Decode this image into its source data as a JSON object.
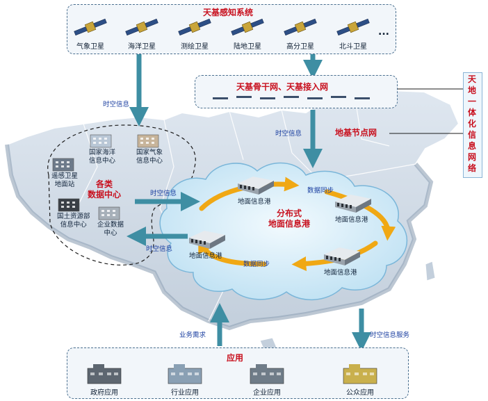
{
  "sensing": {
    "title": "天基感知系统",
    "satellites": [
      "气象卫星",
      "海洋卫星",
      "测绘卫星",
      "陆地卫星",
      "高分卫星",
      "北斗卫星"
    ],
    "ellipsis": "..."
  },
  "backbone": {
    "title": "天基骨干网、天基接入网"
  },
  "ground_node": "地基节点网",
  "side_label": [
    "天",
    "地",
    "一",
    "体",
    "化",
    "信",
    "息",
    "网",
    "络"
  ],
  "data_centers": {
    "title_line1": "各类",
    "title_line2": "数据中心",
    "items": [
      {
        "line1": "国家海洋",
        "line2": "信息中心"
      },
      {
        "line1": "国家气象",
        "line2": "信息中心"
      },
      {
        "line1": "遥感卫星",
        "line2": "地面站"
      },
      {
        "line1": "国土资源部",
        "line2": "信息中心"
      },
      {
        "line1": "企业数据",
        "line2": "中心"
      }
    ]
  },
  "hub": {
    "title_line1": "分布式",
    "title_line2": "地面信息港",
    "ports": [
      "地面信息港",
      "地面信息港",
      "地面信息港",
      "地面信息港"
    ],
    "sync": [
      "数据同步",
      "数据同步"
    ]
  },
  "flows": {
    "space_time_info": [
      "时空信息",
      "时空信息",
      "时空信息",
      "时空信息"
    ],
    "business_demand": "业务需求",
    "service": "时空信息服务"
  },
  "apps": {
    "title": "应用",
    "items": [
      "政府应用",
      "行业应用",
      "企业应用",
      "公众应用"
    ]
  },
  "colors": {
    "accent_red": "#c8101e",
    "arrow_teal": "#3e8ea3",
    "cycle_orange": "#f0a814",
    "cloud": "#cfe8f7"
  }
}
